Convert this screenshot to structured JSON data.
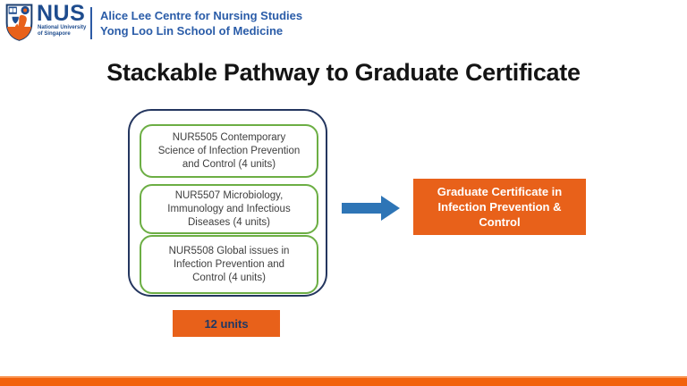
{
  "header": {
    "logo": {
      "wordmark": "NUS",
      "sub_line1": "National University",
      "sub_line2": "of Singapore"
    },
    "dept_line1": "Alice Lee Centre for Nursing Studies",
    "dept_line2": "Yong Loo Lin School of Medicine"
  },
  "title": "Stackable Pathway to Graduate Certificate",
  "pathway": {
    "courses": [
      {
        "line1": "NUR5505 Contemporary",
        "line2": "Science of Infection Prevention",
        "line3": "and Control (4 units)"
      },
      {
        "line1": "NUR5507 Microbiology,",
        "line2": "Immunology and Infectious",
        "line3": "Diseases  (4 units)"
      },
      {
        "line1": "NUR5508 Global issues in",
        "line2": "Infection Prevention and",
        "line3": "Control (4 units)"
      }
    ],
    "total_label": "12 units"
  },
  "outcome": {
    "line1": "Graduate Certificate in",
    "line2": "Infection Prevention &",
    "line3": "Control"
  },
  "colors": {
    "nus_blue": "#1E4C8E",
    "dept_text_blue": "#2A5CA8",
    "accent_orange": "#E8611A",
    "bottom_bar_orange": "#F2620D",
    "course_border_green": "#6CAE44",
    "stack_border_navy": "#24365F",
    "arrow_blue": "#2E75B6",
    "units_text_navy": "#1F3864"
  }
}
